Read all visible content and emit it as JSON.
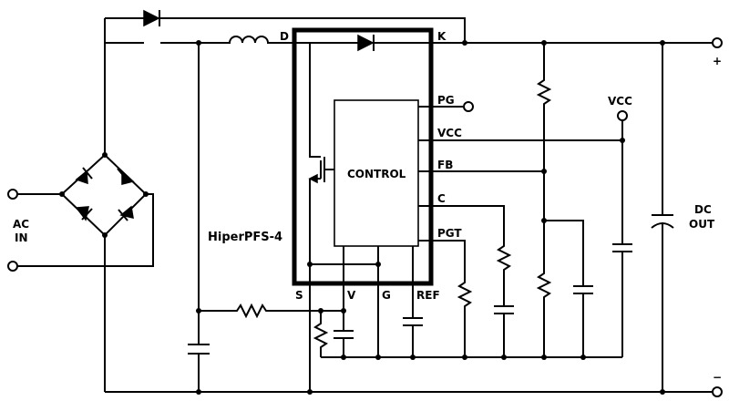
{
  "ic": {
    "name": "HiperPFS-4",
    "control_label": "CONTROL",
    "pins": {
      "d": "D",
      "k": "K",
      "s": "S",
      "v": "V",
      "g": "G",
      "ref": "REF",
      "pg": "PG",
      "vcc": "VCC",
      "fb": "FB",
      "c": "C",
      "pgt": "PGT"
    }
  },
  "input": {
    "line1": "AC",
    "line2": "IN"
  },
  "output": {
    "line1": "DC",
    "line2": "OUT",
    "plus": "+",
    "minus": "−"
  },
  "vcc_terminal": "VCC"
}
